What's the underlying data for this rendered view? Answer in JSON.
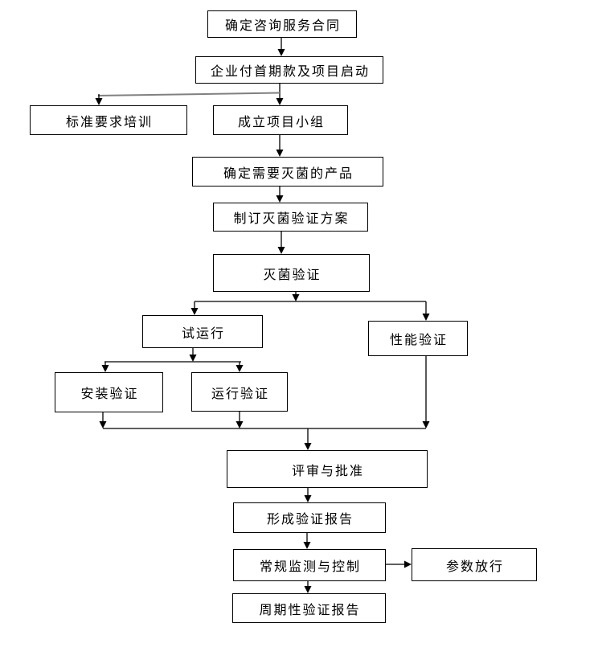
{
  "diagram": {
    "type": "flowchart",
    "language": "zh-CN",
    "colors": {
      "background": "#ffffff",
      "box_fill": "#ffffff",
      "box_border": "#000000",
      "text": "#000000",
      "connector": "#000000",
      "branch_line_gray": "#808080"
    },
    "nodes": [
      {
        "id": "contract",
        "label": "确定咨询服务合同"
      },
      {
        "id": "payment-kickoff",
        "label": "企业付首期款及项目启动"
      },
      {
        "id": "training",
        "label": "标准要求培训"
      },
      {
        "id": "project-team",
        "label": "成立项目小组"
      },
      {
        "id": "products",
        "label": "确定需要灭菌的产品"
      },
      {
        "id": "plan",
        "label": "制订灭菌验证方案"
      },
      {
        "id": "sterilization-validation",
        "label": "灭菌验证"
      },
      {
        "id": "trial-run",
        "label": "试运行"
      },
      {
        "id": "performance-qualification",
        "label": "性能验证"
      },
      {
        "id": "installation-qualification",
        "label": "安装验证"
      },
      {
        "id": "operation-qualification",
        "label": "运行验证"
      },
      {
        "id": "review-approval",
        "label": "评审与批准"
      },
      {
        "id": "validation-report",
        "label": "形成验证报告"
      },
      {
        "id": "routine-monitoring",
        "label": "常规监测与控制"
      },
      {
        "id": "parameter-release",
        "label": "参数放行"
      },
      {
        "id": "periodic-report",
        "label": "周期性验证报告"
      }
    ],
    "edges": [
      {
        "from": "contract",
        "to": "payment-kickoff"
      },
      {
        "from": "payment-kickoff",
        "to": "training"
      },
      {
        "from": "payment-kickoff",
        "to": "project-team"
      },
      {
        "from": "project-team",
        "to": "products"
      },
      {
        "from": "products",
        "to": "plan"
      },
      {
        "from": "plan",
        "to": "sterilization-validation"
      },
      {
        "from": "sterilization-validation",
        "to": "trial-run"
      },
      {
        "from": "sterilization-validation",
        "to": "performance-qualification"
      },
      {
        "from": "trial-run",
        "to": "installation-qualification"
      },
      {
        "from": "trial-run",
        "to": "operation-qualification"
      },
      {
        "from": "installation-qualification",
        "to": "review-approval"
      },
      {
        "from": "operation-qualification",
        "to": "review-approval"
      },
      {
        "from": "performance-qualification",
        "to": "review-approval"
      },
      {
        "from": "review-approval",
        "to": "validation-report"
      },
      {
        "from": "validation-report",
        "to": "routine-monitoring"
      },
      {
        "from": "routine-monitoring",
        "to": "parameter-release"
      },
      {
        "from": "routine-monitoring",
        "to": "periodic-report"
      }
    ]
  }
}
